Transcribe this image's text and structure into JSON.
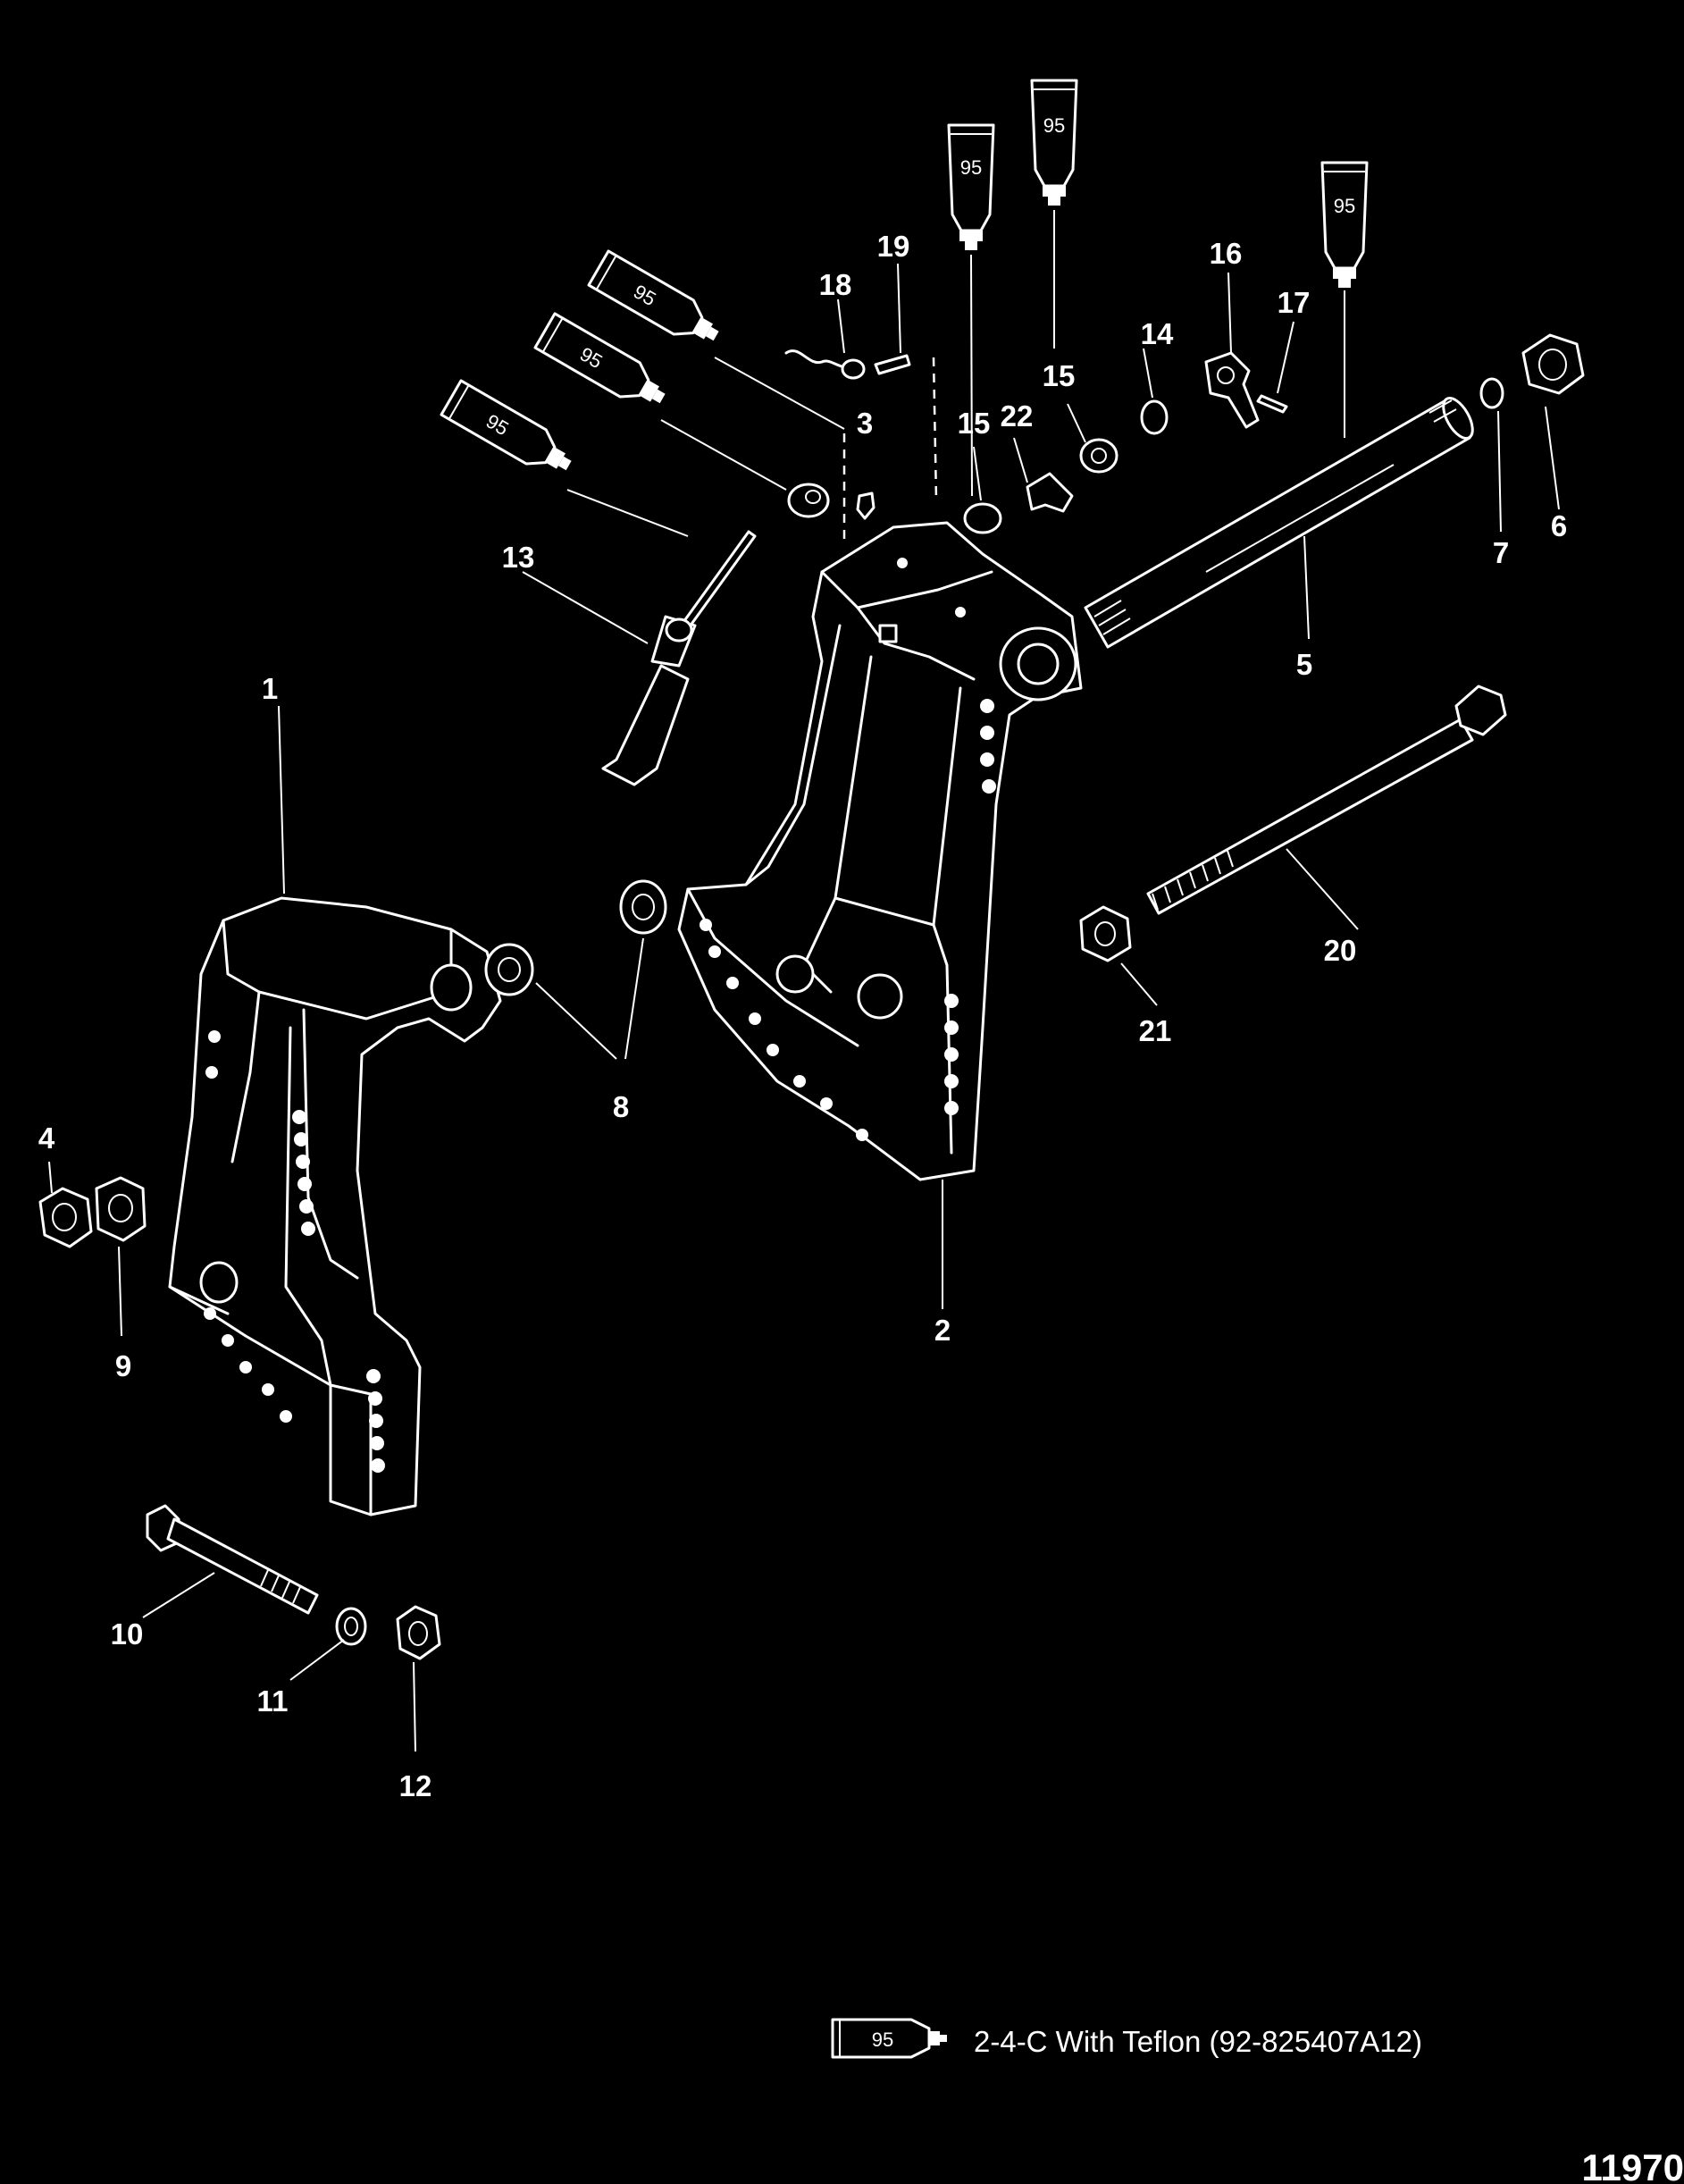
{
  "diagram": {
    "labels": {
      "p1": "1",
      "p2": "2",
      "p3": "3",
      "p4": "4",
      "p5": "5",
      "p6": "6",
      "p7": "7",
      "p8": "8",
      "p9": "9",
      "p10": "10",
      "p11": "11",
      "p12": "12",
      "p13": "13",
      "p14": "14",
      "p15a": "15",
      "p15b": "15",
      "p16": "16",
      "p17": "17",
      "p18": "18",
      "p19": "19",
      "p20": "20",
      "p21": "21",
      "p22": "22"
    },
    "lubricant_tube_label": "95",
    "legend": {
      "tube_label": "95",
      "text": "2-4-C  With Teflon (92-825407A12)"
    },
    "figure_number": "11970"
  }
}
